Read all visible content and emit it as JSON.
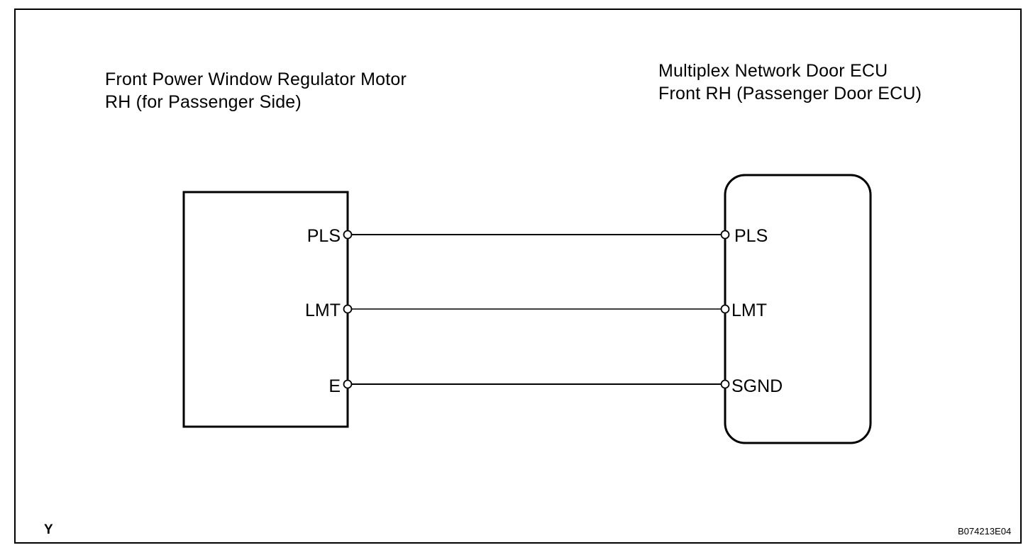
{
  "left_component": {
    "title_lines": [
      "Front Power Window Regulator Motor",
      "RH (for Passenger Side)"
    ],
    "pins": [
      "PLS",
      "LMT",
      "E"
    ]
  },
  "right_component": {
    "title_lines": [
      "Multiplex Network Door ECU",
      "Front RH (Passenger Door ECU)"
    ],
    "pins": [
      "PLS",
      "LMT",
      "SGND"
    ]
  },
  "footer": {
    "left_code": "Y",
    "right_code": "B074213E04"
  }
}
